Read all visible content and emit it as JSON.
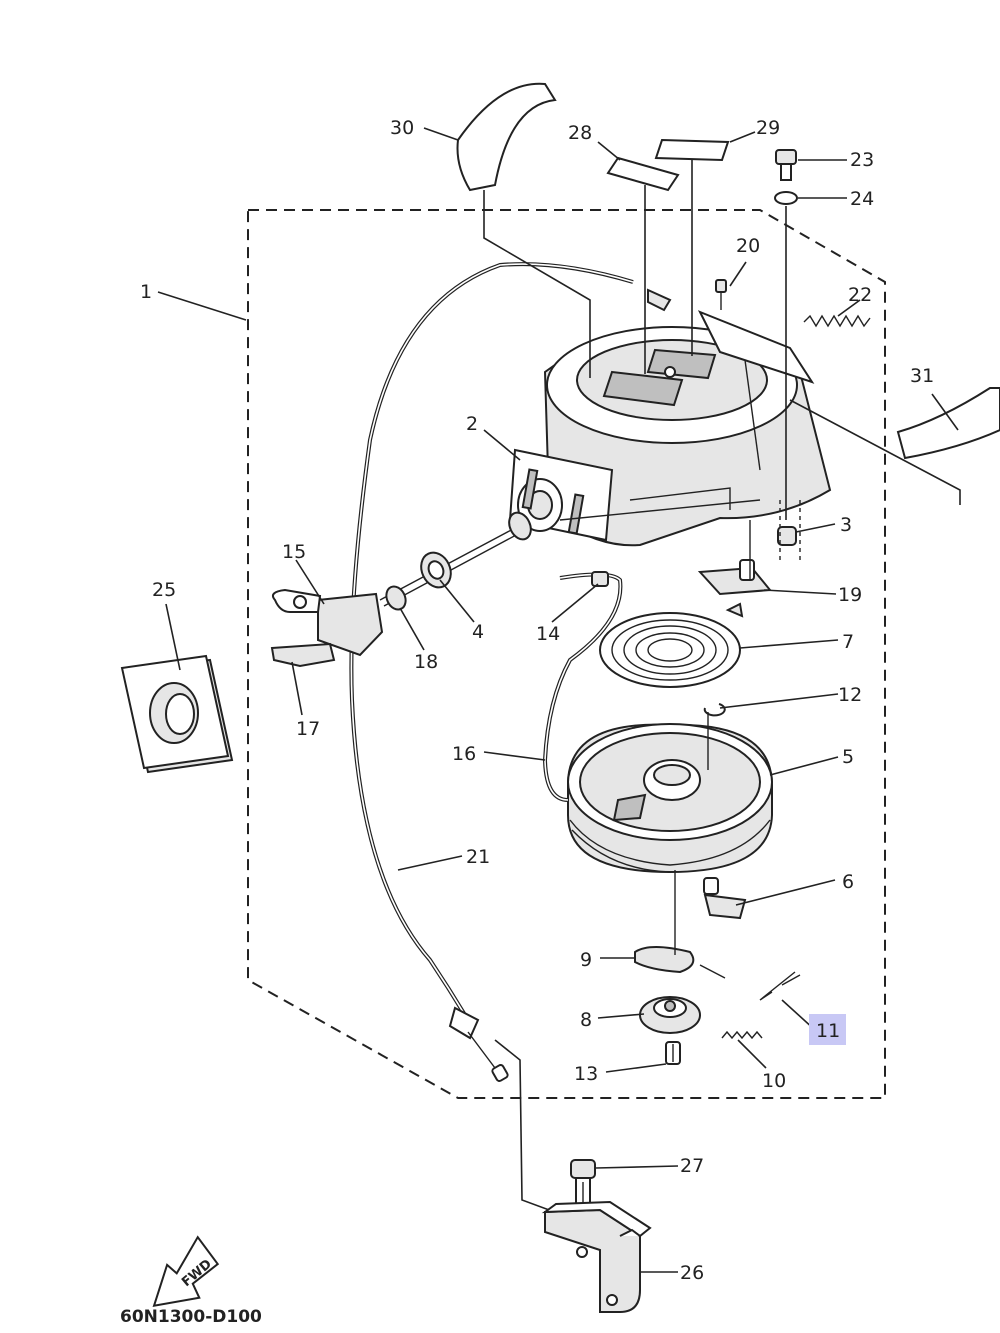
{
  "diagram": {
    "drawing_code": "60N1300-D100",
    "fwd_label": "FWD",
    "highlighted_callout": "11",
    "highlight_color": "#c8c8f5",
    "callouts": {
      "c1": "1",
      "c2": "2",
      "c3": "3",
      "c4": "4",
      "c5": "5",
      "c6": "6",
      "c7": "7",
      "c8": "8",
      "c9": "9",
      "c10": "10",
      "c11": "11",
      "c12": "12",
      "c13": "13",
      "c14": "14",
      "c15": "15",
      "c16": "16",
      "c17": "17",
      "c18": "18",
      "c19": "19",
      "c20": "20",
      "c21": "21",
      "c22": "22",
      "c23": "23",
      "c24": "24",
      "c25": "25",
      "c26": "26",
      "c27": "27",
      "c28": "28",
      "c29": "29",
      "c30": "30",
      "c31": "31"
    }
  }
}
